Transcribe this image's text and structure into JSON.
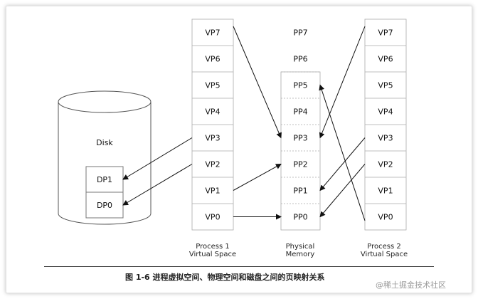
{
  "disk": {
    "label": "Disk",
    "blocks": [
      "DP1",
      "DP0"
    ]
  },
  "process1": {
    "caption_line1": "Process 1",
    "caption_line2": "Virtual Space",
    "pages": [
      "VP7",
      "VP6",
      "VP5",
      "VP4",
      "VP3",
      "VP2",
      "VP1",
      "VP0"
    ]
  },
  "physical": {
    "caption_line1": "Physical",
    "caption_line2": "Memory",
    "pages": [
      "PP7",
      "PP6",
      "PP5",
      "PP4",
      "PP3",
      "PP2",
      "PP1",
      "PP0"
    ]
  },
  "process2": {
    "caption_line1": "Process 2",
    "caption_line2": "Virtual Space",
    "pages": [
      "VP7",
      "VP6",
      "VP5",
      "VP4",
      "VP3",
      "VP2",
      "VP1",
      "VP0"
    ]
  },
  "mappings": [
    {
      "from": "p1.VP7",
      "to": "pm.PP3"
    },
    {
      "from": "p1.VP3",
      "to": "disk.DP1"
    },
    {
      "from": "p1.VP2",
      "to": "disk.DP0"
    },
    {
      "from": "p1.VP1",
      "to": "pm.PP2"
    },
    {
      "from": "p1.VP0",
      "to": "pm.PP0"
    },
    {
      "from": "p2.VP7",
      "to": "pm.PP3"
    },
    {
      "from": "p2.VP3",
      "to": "pm.PP1"
    },
    {
      "from": "p2.VP2",
      "to": "pm.PP0"
    },
    {
      "from": "p2.VP0",
      "to": "pm.PP5"
    }
  ],
  "caption": "图 1-6  进程虚拟空间、物理空间和磁盘之间的页映射关系",
  "watermark": "@稀土掘金技术社区",
  "colors": {
    "line": "#111111",
    "box_border": "#777777",
    "background": "#ffffff"
  }
}
